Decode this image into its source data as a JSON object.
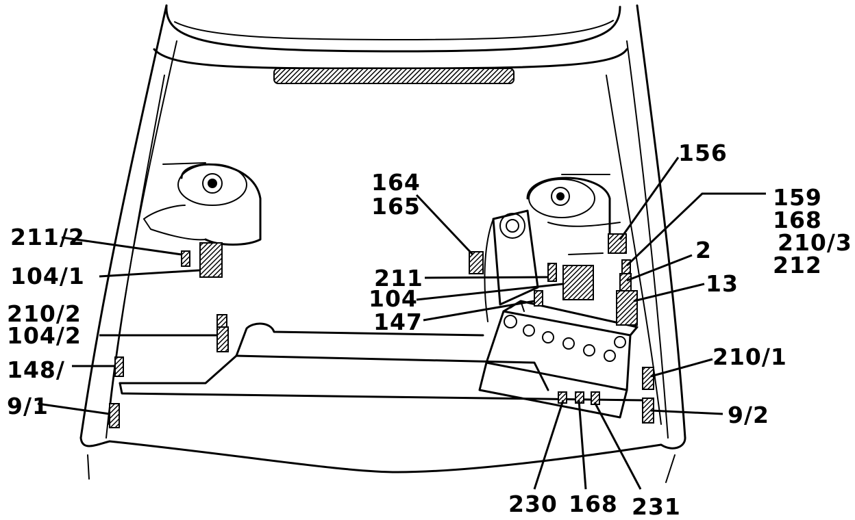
{
  "labels": {
    "l_156": "156",
    "l_164": "164",
    "l_165": "165",
    "l_159": "159",
    "l_168a": "168",
    "l_210_3": "210/3",
    "l_212": "212",
    "l_211_2": "211/2",
    "l_104_1": "104/1",
    "l_211": "211",
    "l_2": "2",
    "l_13": "13",
    "l_104": "104",
    "l_147": "147",
    "l_210_2": "210/2",
    "l_104_2": "104/2",
    "l_148": "148/",
    "l_210_1": "210/1",
    "l_9_1": "9/1",
    "l_9_2": "9/2",
    "l_230": "230",
    "l_168b": "168",
    "l_231": "231"
  }
}
